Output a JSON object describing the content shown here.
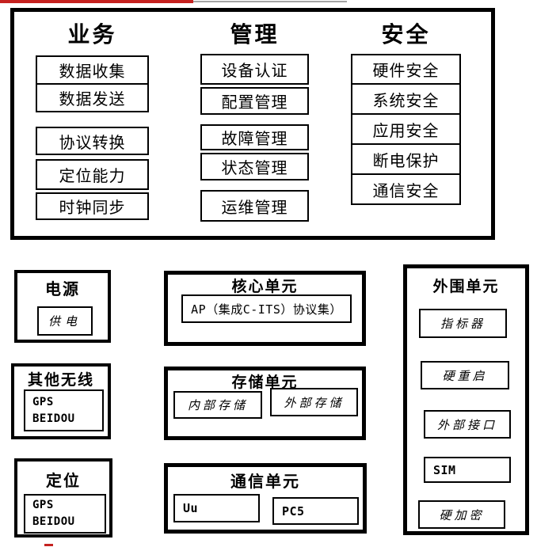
{
  "colors": {
    "accent_red": "#c5211f",
    "grey_line": "#a3a3a3",
    "border_black": "#000000"
  },
  "top_panel": {
    "columns": [
      {
        "title": "业务",
        "items": [
          "数据收集",
          "数据发送",
          "协议转换",
          "定位能力",
          "时钟同步"
        ]
      },
      {
        "title": "管理",
        "items": [
          "设备认证",
          "配置管理",
          "故障管理",
          "状态管理",
          "运维管理"
        ]
      },
      {
        "title": "安全",
        "items": [
          "硬件安全",
          "系统安全",
          "应用安全",
          "断电保护",
          "通信安全"
        ]
      }
    ]
  },
  "units": {
    "power": {
      "title": "电源",
      "item": "供电"
    },
    "core": {
      "title": "核心单元",
      "item": "AP（集成C-ITS）协议集）"
    },
    "storage": {
      "title": "存储单元",
      "items": [
        "内部存储",
        "外部存储"
      ]
    },
    "communication": {
      "title": "通信单元",
      "items": [
        "Uu",
        "PC5"
      ]
    },
    "other_wireless": {
      "title": "其他无线",
      "lines": [
        "GPS",
        "BEIDOU"
      ]
    },
    "positioning": {
      "title": "定位",
      "lines": [
        "GPS",
        "BEIDOU"
      ]
    },
    "peripheral": {
      "title": "外围单元",
      "items": [
        "指标器",
        "硬重启",
        "外部接口",
        "SIM",
        "硬加密"
      ]
    }
  }
}
